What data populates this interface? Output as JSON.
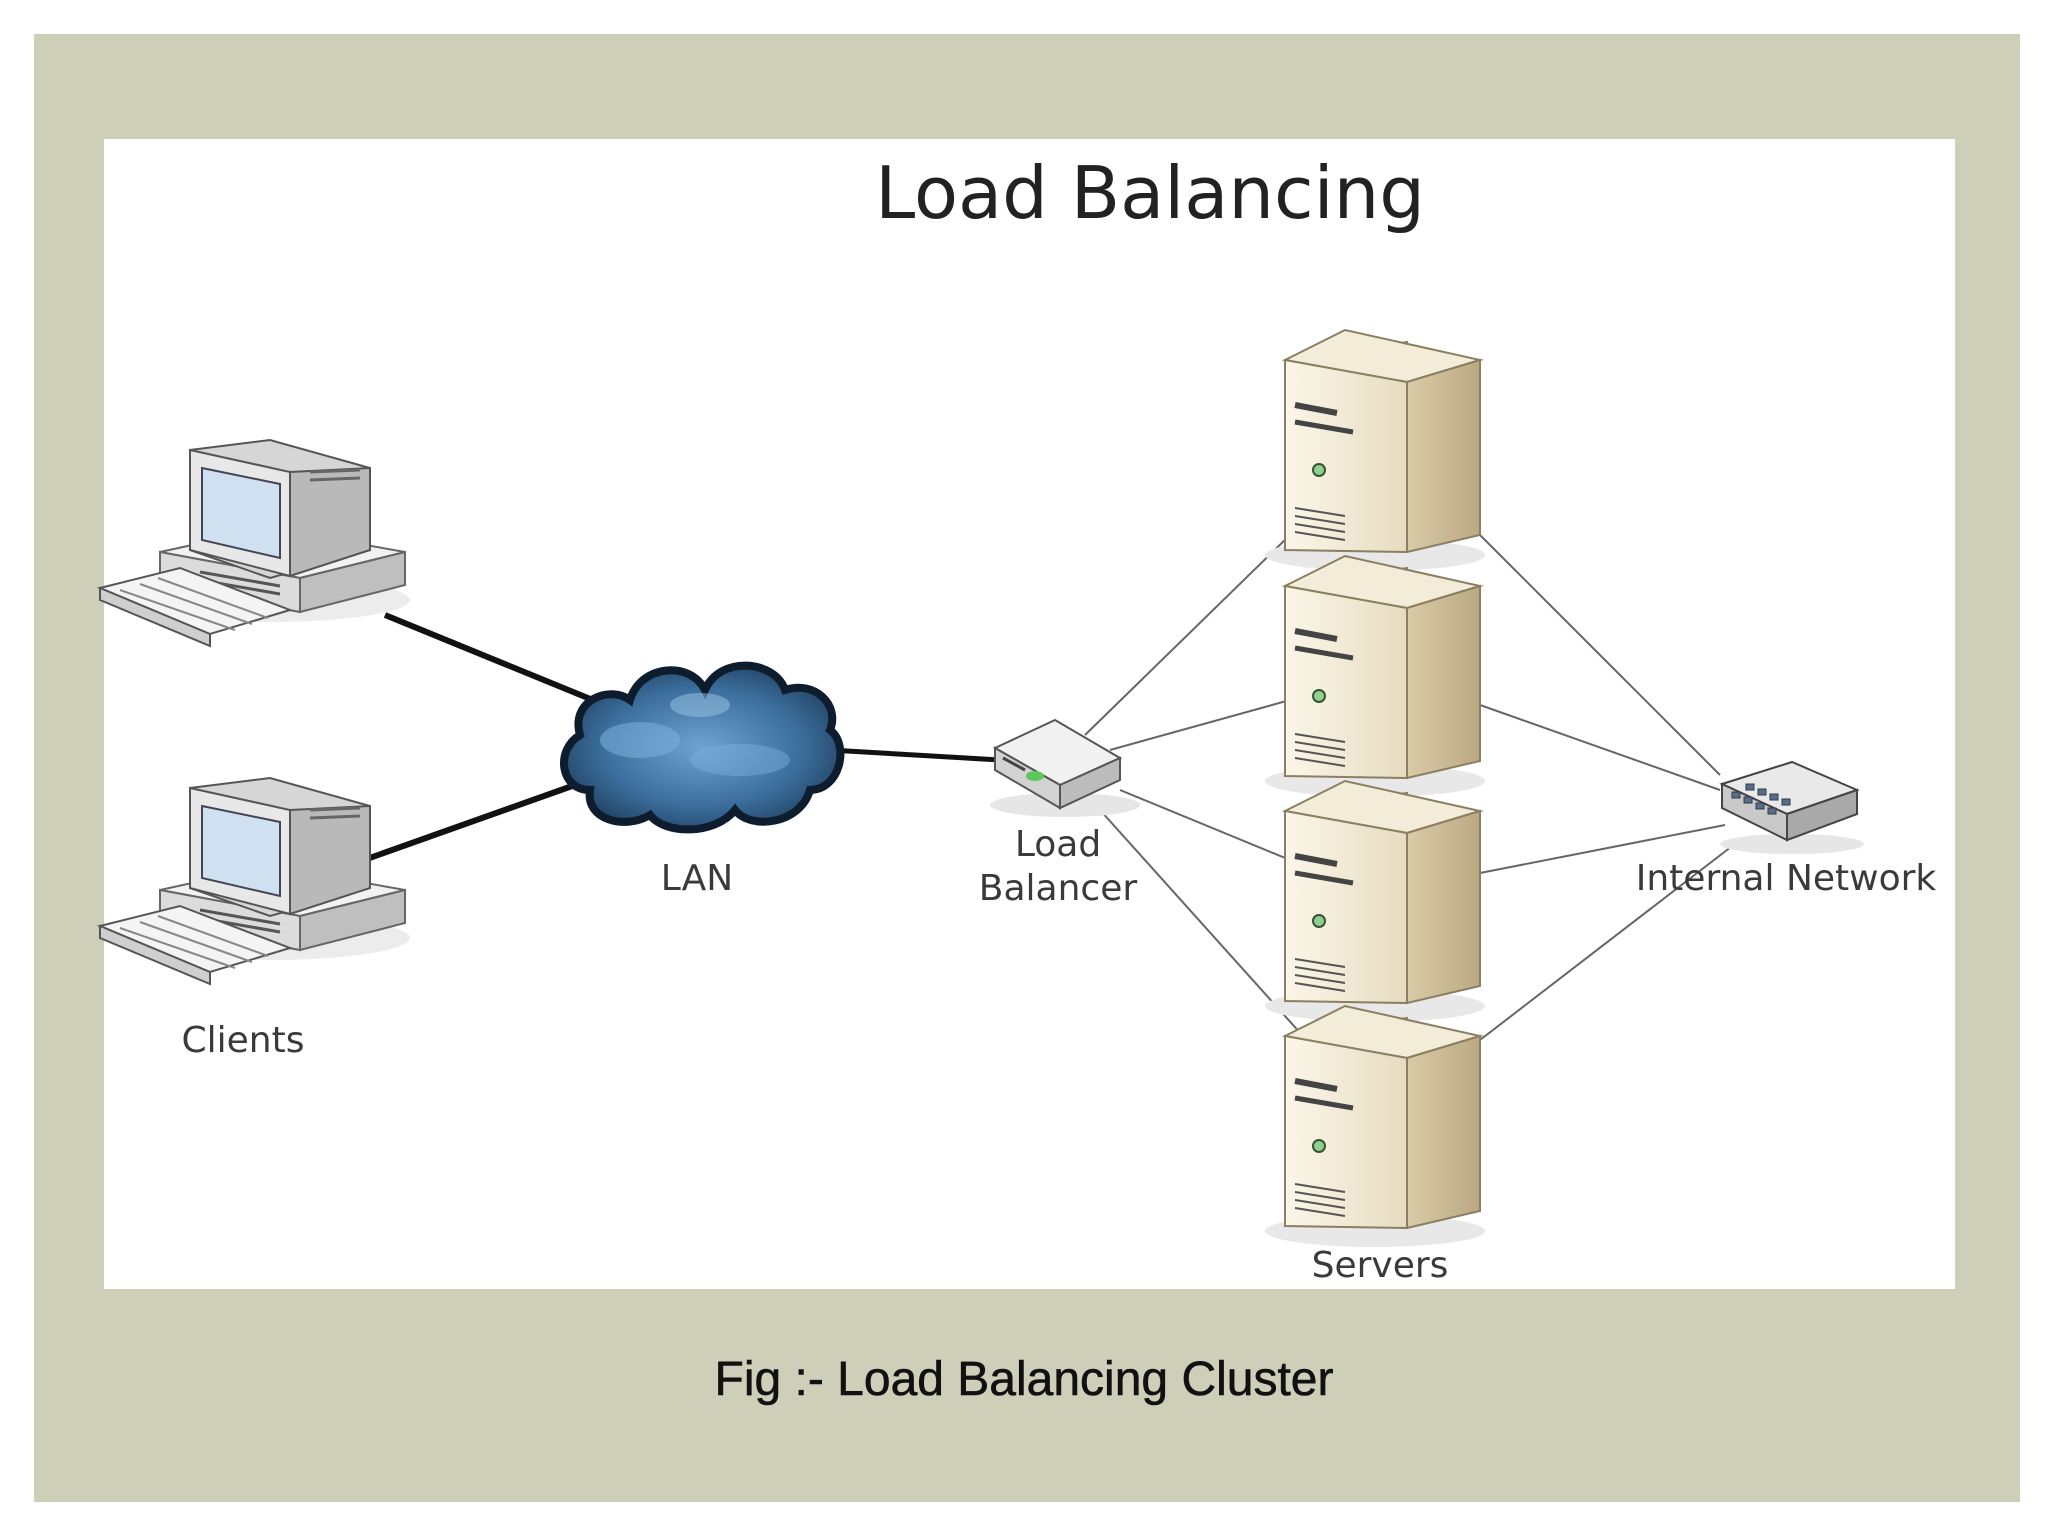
{
  "diagram": {
    "title": "Load Balancing",
    "caption": "Fig :- Load Balancing Cluster",
    "nodes": {
      "clients": {
        "label": "Clients",
        "icon": "desktop-computer-icon"
      },
      "lan": {
        "label": "LAN",
        "icon": "cloud-icon"
      },
      "load_balancer": {
        "label_line1": "Load",
        "label_line2": "Balancer",
        "icon": "network-switch-icon"
      },
      "servers": {
        "label": "Servers",
        "icon": "tower-server-icon",
        "count": 4
      },
      "internal_network": {
        "label": "Internal Network",
        "icon": "network-hub-icon"
      }
    },
    "colors": {
      "background": "#cdcfb8",
      "cloud": "#3b6e9c",
      "server": "#e4d9bf",
      "computer": "#e6e6e6"
    }
  }
}
